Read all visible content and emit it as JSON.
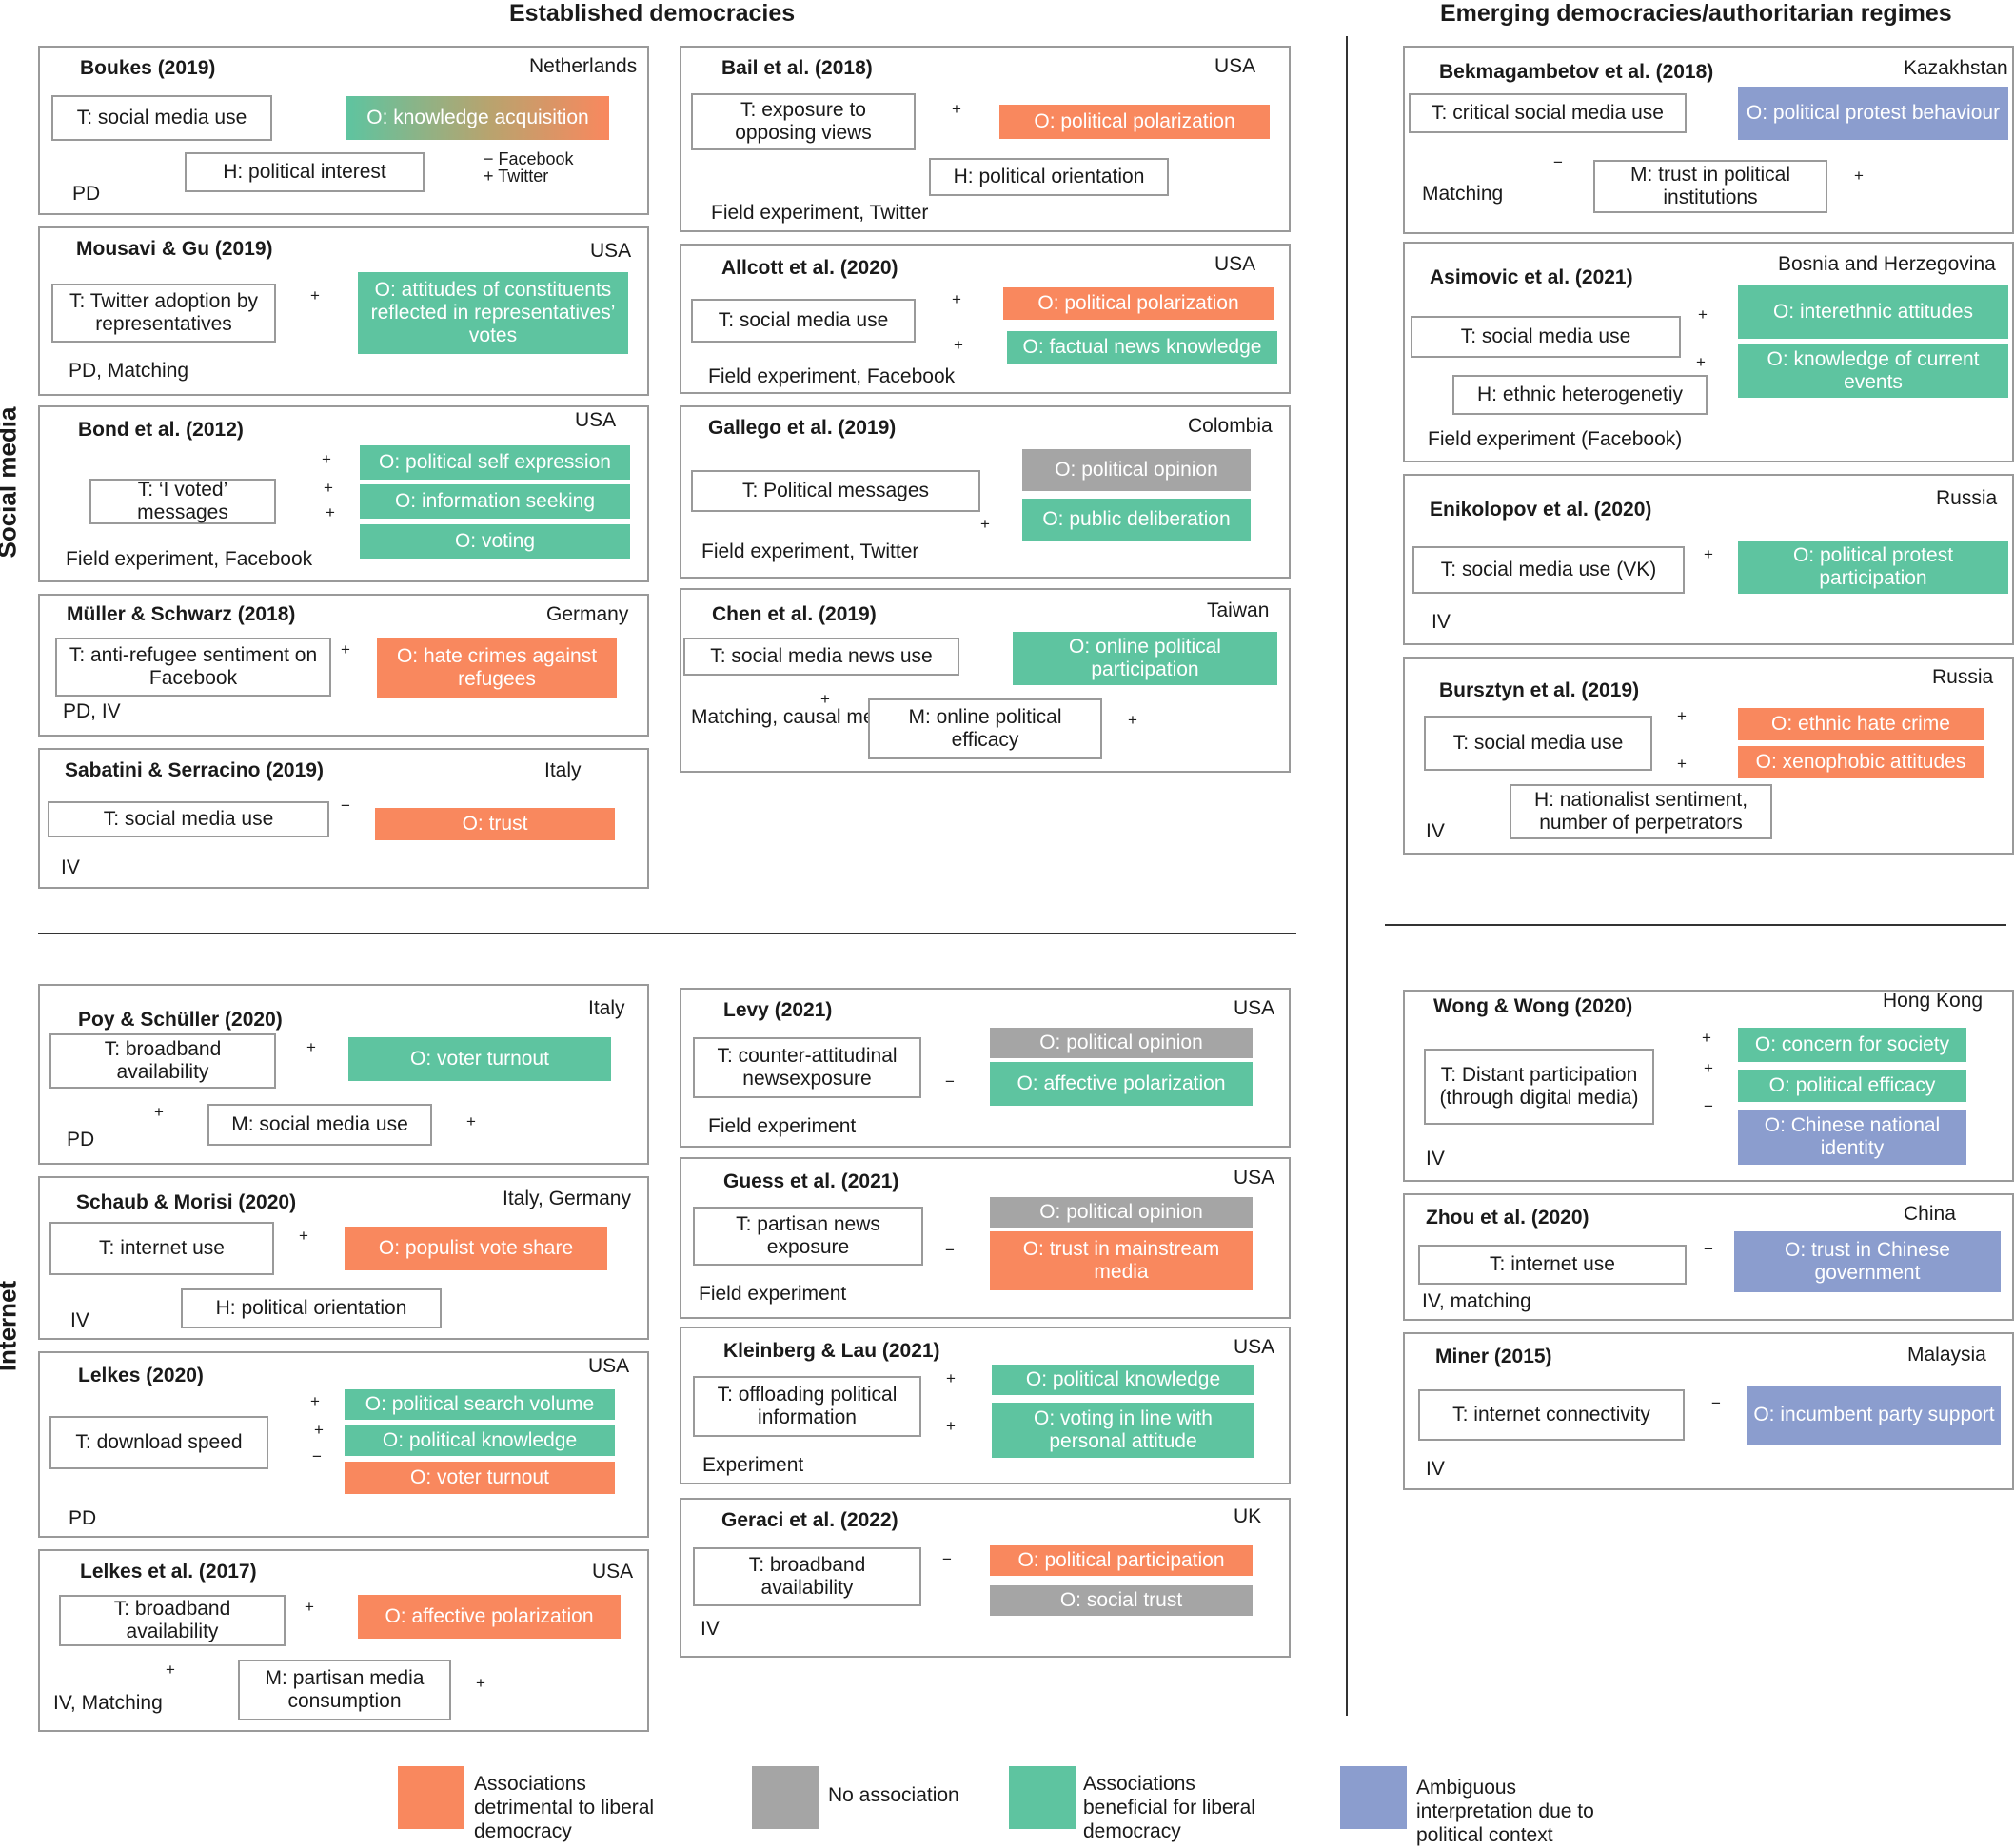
{
  "headings": {
    "left": "Established democracies",
    "right": "Emerging democracies/authoritarian regimes",
    "row1": "Social media",
    "row2": "Internet"
  },
  "colors": {
    "detrimental": "#f9885e",
    "none": "#a5a5a5",
    "beneficial": "#5ec4a0",
    "ambiguous": "#8b9dce",
    "border": "#9a9a9a",
    "arrow": "#3b4656"
  },
  "studies": [
    {
      "title": "Boukes (2019)",
      "country": "Netherlands",
      "method": "PD",
      "nodes": [
        "T: social media use",
        "O: knowledge acquisition",
        "H: political interest"
      ],
      "signs": [],
      "notes": [
        "− Facebook",
        "+ Twitter"
      ]
    },
    {
      "title": "Mousavi & Gu (2019)",
      "country": "USA",
      "method": "PD, Matching",
      "nodes": [
        "T: Twitter adoption by representatives",
        "O: attitudes of constituents reflected in representatives’ votes"
      ],
      "signs": [
        "+"
      ],
      "notes": []
    },
    {
      "title": "Bond et al. (2012)",
      "country": "USA",
      "method": "Field experiment, Facebook",
      "nodes": [
        "T: ‘I voted’ messages",
        "O: political self expression",
        "O: information seeking",
        "O: voting"
      ],
      "signs": [
        "+",
        "+",
        "+"
      ],
      "notes": []
    },
    {
      "title": "Müller & Schwarz (2018)",
      "country": "Germany",
      "method": "PD, IV",
      "nodes": [
        "T: anti-refugee sentiment on Facebook",
        "O: hate crimes against refugees"
      ],
      "signs": [
        "+"
      ],
      "notes": []
    },
    {
      "title": "Sabatini & Serracino (2019)",
      "country": "Italy",
      "method": "IV",
      "nodes": [
        "T: social media use",
        "O: trust"
      ],
      "signs": [
        "−"
      ],
      "notes": []
    },
    {
      "title": "Bail et al. (2018)",
      "country": "USA",
      "method": "Field experiment, Twitter",
      "nodes": [
        "T: exposure to opposing views",
        "O: political polarization",
        "H: political orientation"
      ],
      "signs": [
        "+"
      ],
      "notes": []
    },
    {
      "title": "Allcott et al. (2020)",
      "country": "USA",
      "method": "Field experiment, Facebook",
      "nodes": [
        "T: social media use",
        "O: political polarization",
        "O: factual news knowledge"
      ],
      "signs": [
        "+",
        "+"
      ],
      "notes": []
    },
    {
      "title": "Gallego et al. (2019)",
      "country": "Colombia",
      "method": "Field experiment, Twitter",
      "nodes": [
        "T: Political messages",
        "O: political opinion",
        "O: public deliberation"
      ],
      "signs": [
        "+"
      ],
      "notes": []
    },
    {
      "title": "Chen et al. (2019)",
      "country": "Taiwan",
      "method": "Matching, causal mediation",
      "nodes": [
        "T: social media news use",
        "O: online political participation",
        "M: online political efficacy"
      ],
      "signs": [
        "+",
        "+"
      ],
      "notes": []
    },
    {
      "title": "Bekmagambetov et al. (2018)",
      "country": "Kazakhstan",
      "method": "Matching",
      "nodes": [
        "T: critical social media use",
        "O: political protest behaviour",
        "M: trust in political institutions"
      ],
      "signs": [
        "−",
        "+"
      ],
      "notes": []
    },
    {
      "title": "Asimovic et al. (2021)",
      "country": "Bosnia and Herzegovina",
      "method": "Field experiment (Facebook)",
      "nodes": [
        "T: social media use",
        "O: interethnic attitudes",
        "O: knowledge of current events",
        "H: ethnic heterogenetiy"
      ],
      "signs": [
        "+",
        "+"
      ],
      "notes": []
    },
    {
      "title": "Enikolopov et al. (2020)",
      "country": "Russia",
      "method": "IV",
      "nodes": [
        "T: social media use (VK)",
        "O: political protest participation"
      ],
      "signs": [
        "+"
      ],
      "notes": []
    },
    {
      "title": "Bursztyn et al. (2019)",
      "country": "Russia",
      "method": "IV",
      "nodes": [
        "T: social media use",
        "O: ethnic hate crime",
        "O: xenophobic attitudes",
        "H: nationalist sentiment, number of perpetrators"
      ],
      "signs": [
        "+",
        "+"
      ],
      "notes": []
    },
    {
      "title": "Poy & Schüller (2020)",
      "country": "Italy",
      "method": "PD",
      "nodes": [
        "T: broadband availability",
        "O: voter turnout",
        "M: social media use"
      ],
      "signs": [
        "+",
        "+",
        "+"
      ],
      "notes": []
    },
    {
      "title": "Schaub & Morisi (2020)",
      "country": "Italy, Germany",
      "method": "IV",
      "nodes": [
        "T: internet use",
        "O: populist vote share",
        "H: political orientation"
      ],
      "signs": [
        "+"
      ],
      "notes": []
    },
    {
      "title": "Lelkes (2020)",
      "country": "USA",
      "method": "PD",
      "nodes": [
        "T: download speed",
        "O: political search volume",
        "O: political knowledge",
        "O: voter turnout"
      ],
      "signs": [
        "+",
        "+",
        "−"
      ],
      "notes": []
    },
    {
      "title": "Lelkes et al. (2017)",
      "country": "USA",
      "method": "IV, Matching",
      "nodes": [
        "T: broadband availability",
        "O: affective polarization",
        "M: partisan media consumption"
      ],
      "signs": [
        "+",
        "+",
        "+"
      ],
      "notes": []
    },
    {
      "title": "Levy (2021)",
      "country": "USA",
      "method": "Field experiment",
      "nodes": [
        "T: counter-attitudinal newsexposure",
        "O: political opinion",
        "O: affective polarization"
      ],
      "signs": [
        "−"
      ],
      "notes": []
    },
    {
      "title": "Guess et al. (2021)",
      "country": "USA",
      "method": "Field experiment",
      "nodes": [
        "T: partisan news exposure",
        "O: political opinion",
        "O: trust in mainstream media"
      ],
      "signs": [
        "−"
      ],
      "notes": []
    },
    {
      "title": "Kleinberg & Lau (2021)",
      "country": "USA",
      "method": "Experiment",
      "nodes": [
        "T: offloading political information",
        "O: political knowledge",
        "O: voting in line with personal attitude"
      ],
      "signs": [
        "+",
        "+"
      ],
      "notes": []
    },
    {
      "title": "Geraci et al. (2022)",
      "country": "UK",
      "method": "IV",
      "nodes": [
        "T: broadband availability",
        "O: political participation",
        "O: social trust"
      ],
      "signs": [
        "−"
      ],
      "notes": []
    },
    {
      "title": "Wong & Wong (2020)",
      "country": "Hong Kong",
      "method": "IV",
      "nodes": [
        "T: Distant participation (through digital media)",
        "O: concern for society",
        "O: political efficacy",
        "O: Chinese national identity"
      ],
      "signs": [
        "+",
        "+",
        "−"
      ],
      "notes": []
    },
    {
      "title": "Zhou et al. (2020)",
      "country": "China",
      "method": "IV, matching",
      "nodes": [
        "T: internet use",
        "O: trust in Chinese government"
      ],
      "signs": [
        "−"
      ],
      "notes": []
    },
    {
      "title": "Miner (2015)",
      "country": "Malaysia",
      "method": "IV",
      "nodes": [
        "T: internet connectivity",
        "O: incumbent party support"
      ],
      "signs": [
        "−"
      ],
      "notes": []
    }
  ],
  "legend": [
    {
      "label": "Associations detrimental to liberal democracy",
      "color": "#f9885e"
    },
    {
      "label": "No association",
      "color": "#a5a5a5"
    },
    {
      "label": "Associations beneficial for liberal democracy",
      "color": "#5ec4a0"
    },
    {
      "label": "Ambiguous interpretation due to political context",
      "color": "#8b9dce"
    }
  ]
}
